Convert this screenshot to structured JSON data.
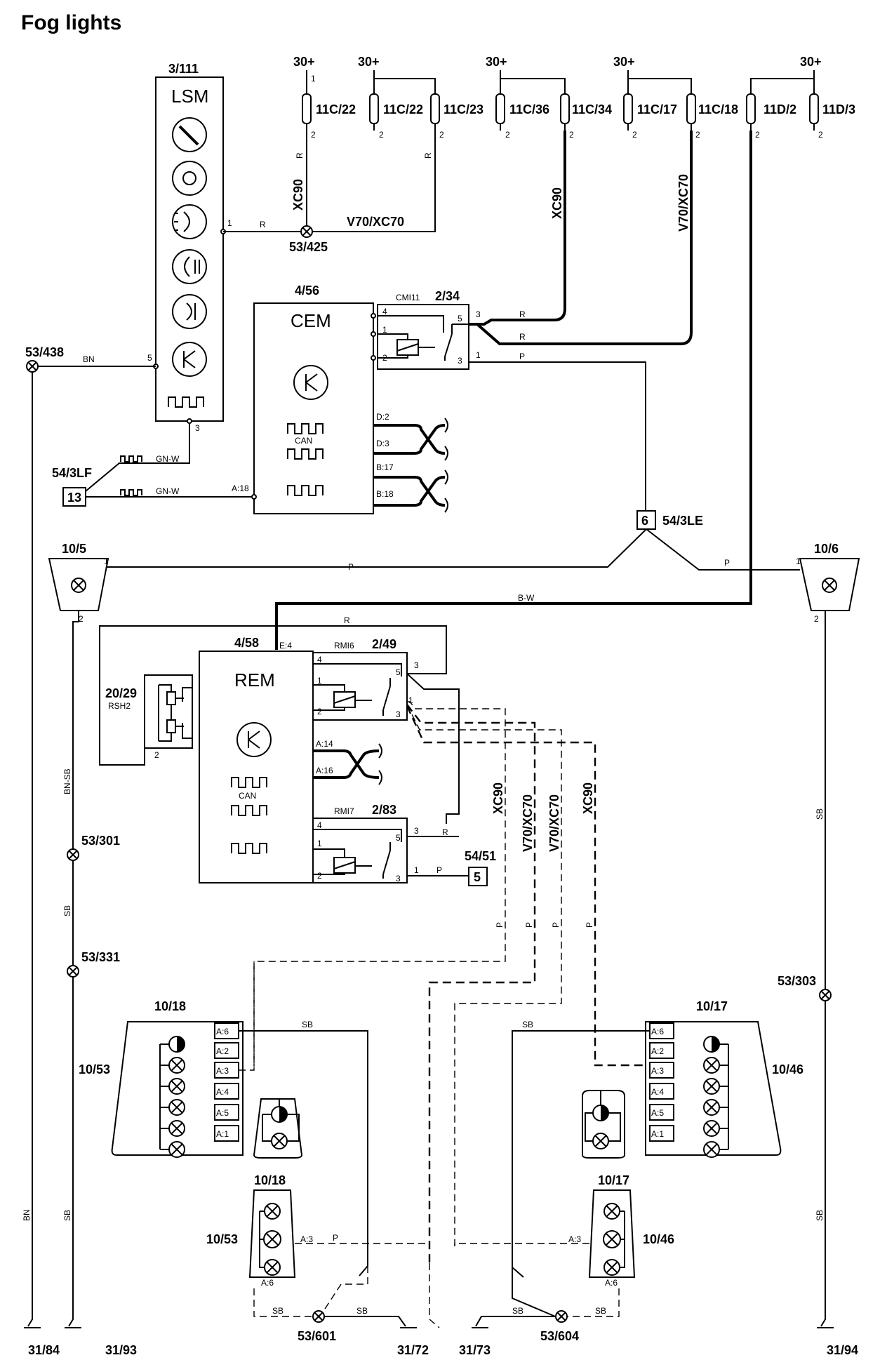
{
  "title": "Fog lights",
  "components": {
    "lsm": {
      "ref": "3/111",
      "name": "LSM"
    },
    "cem": {
      "ref": "4/56",
      "name": "CEM",
      "can": "CAN",
      "pins": [
        "4",
        "1",
        "2",
        "A:18",
        "D:2",
        "D:3",
        "B:17",
        "B:18"
      ]
    },
    "rem": {
      "ref": "4/58",
      "name": "REM",
      "can": "CAN",
      "pin_e4": "E:4",
      "pins": [
        "A:14",
        "A:16"
      ]
    },
    "cmi11": {
      "name": "CMI11",
      "ref": "2/34"
    },
    "rmi6": {
      "name": "RMI6",
      "ref": "2/49"
    },
    "rmi7": {
      "name": "RMI7",
      "ref": "2/83"
    },
    "rsh2": {
      "ref": "20/29",
      "name": "RSH2"
    },
    "lamp_10_5": "10/5",
    "lamp_10_6": "10/6",
    "cluster_left_top": {
      "ref": "10/18",
      "side": "10/53"
    },
    "cluster_right_top": {
      "ref": "10/17",
      "side": "10/46"
    },
    "cluster_left_bottom": {
      "ref": "10/18",
      "side": "10/53"
    },
    "cluster_right_bottom": {
      "ref": "10/17",
      "side": "10/46"
    }
  },
  "fuses": [
    {
      "label": "11C/22",
      "supply": "30+"
    },
    {
      "label": "11C/22",
      "supply": "30+"
    },
    {
      "label": "11C/23",
      "supply": ""
    },
    {
      "label": "11C/36",
      "supply": "30+"
    },
    {
      "label": "11C/34",
      "supply": ""
    },
    {
      "label": "11C/17",
      "supply": "30+"
    },
    {
      "label": "11C/18",
      "supply": ""
    },
    {
      "label": "11D/2",
      "supply": ""
    },
    {
      "label": "11D/3",
      "supply": "30+"
    }
  ],
  "connectors": {
    "c54_3lf": {
      "ref": "54/3LF",
      "pin": "13"
    },
    "c54_3le": {
      "ref": "54/3LE",
      "pin": "6"
    },
    "c54_51": {
      "ref": "54/51",
      "pin": "5"
    }
  },
  "splices": [
    "53/438",
    "53/425",
    "53/301",
    "53/331",
    "53/303",
    "53/601",
    "53/604"
  ],
  "grounds": [
    "31/84",
    "31/93",
    "31/72",
    "31/73",
    "31/94"
  ],
  "variants": {
    "xc90": "XC90",
    "v70xc70": "V70/XC70"
  },
  "wire_colors": [
    "R",
    "BN",
    "GN-W",
    "P",
    "B-W",
    "BN-SB",
    "SB"
  ],
  "pin_numbers": [
    "1",
    "2",
    "3",
    "4",
    "5",
    "6"
  ],
  "cluster_pins": [
    "A:6",
    "A:2",
    "A:3",
    "A:4",
    "A:5",
    "A:1"
  ],
  "small_pins": [
    "A:3",
    "A:6"
  ]
}
